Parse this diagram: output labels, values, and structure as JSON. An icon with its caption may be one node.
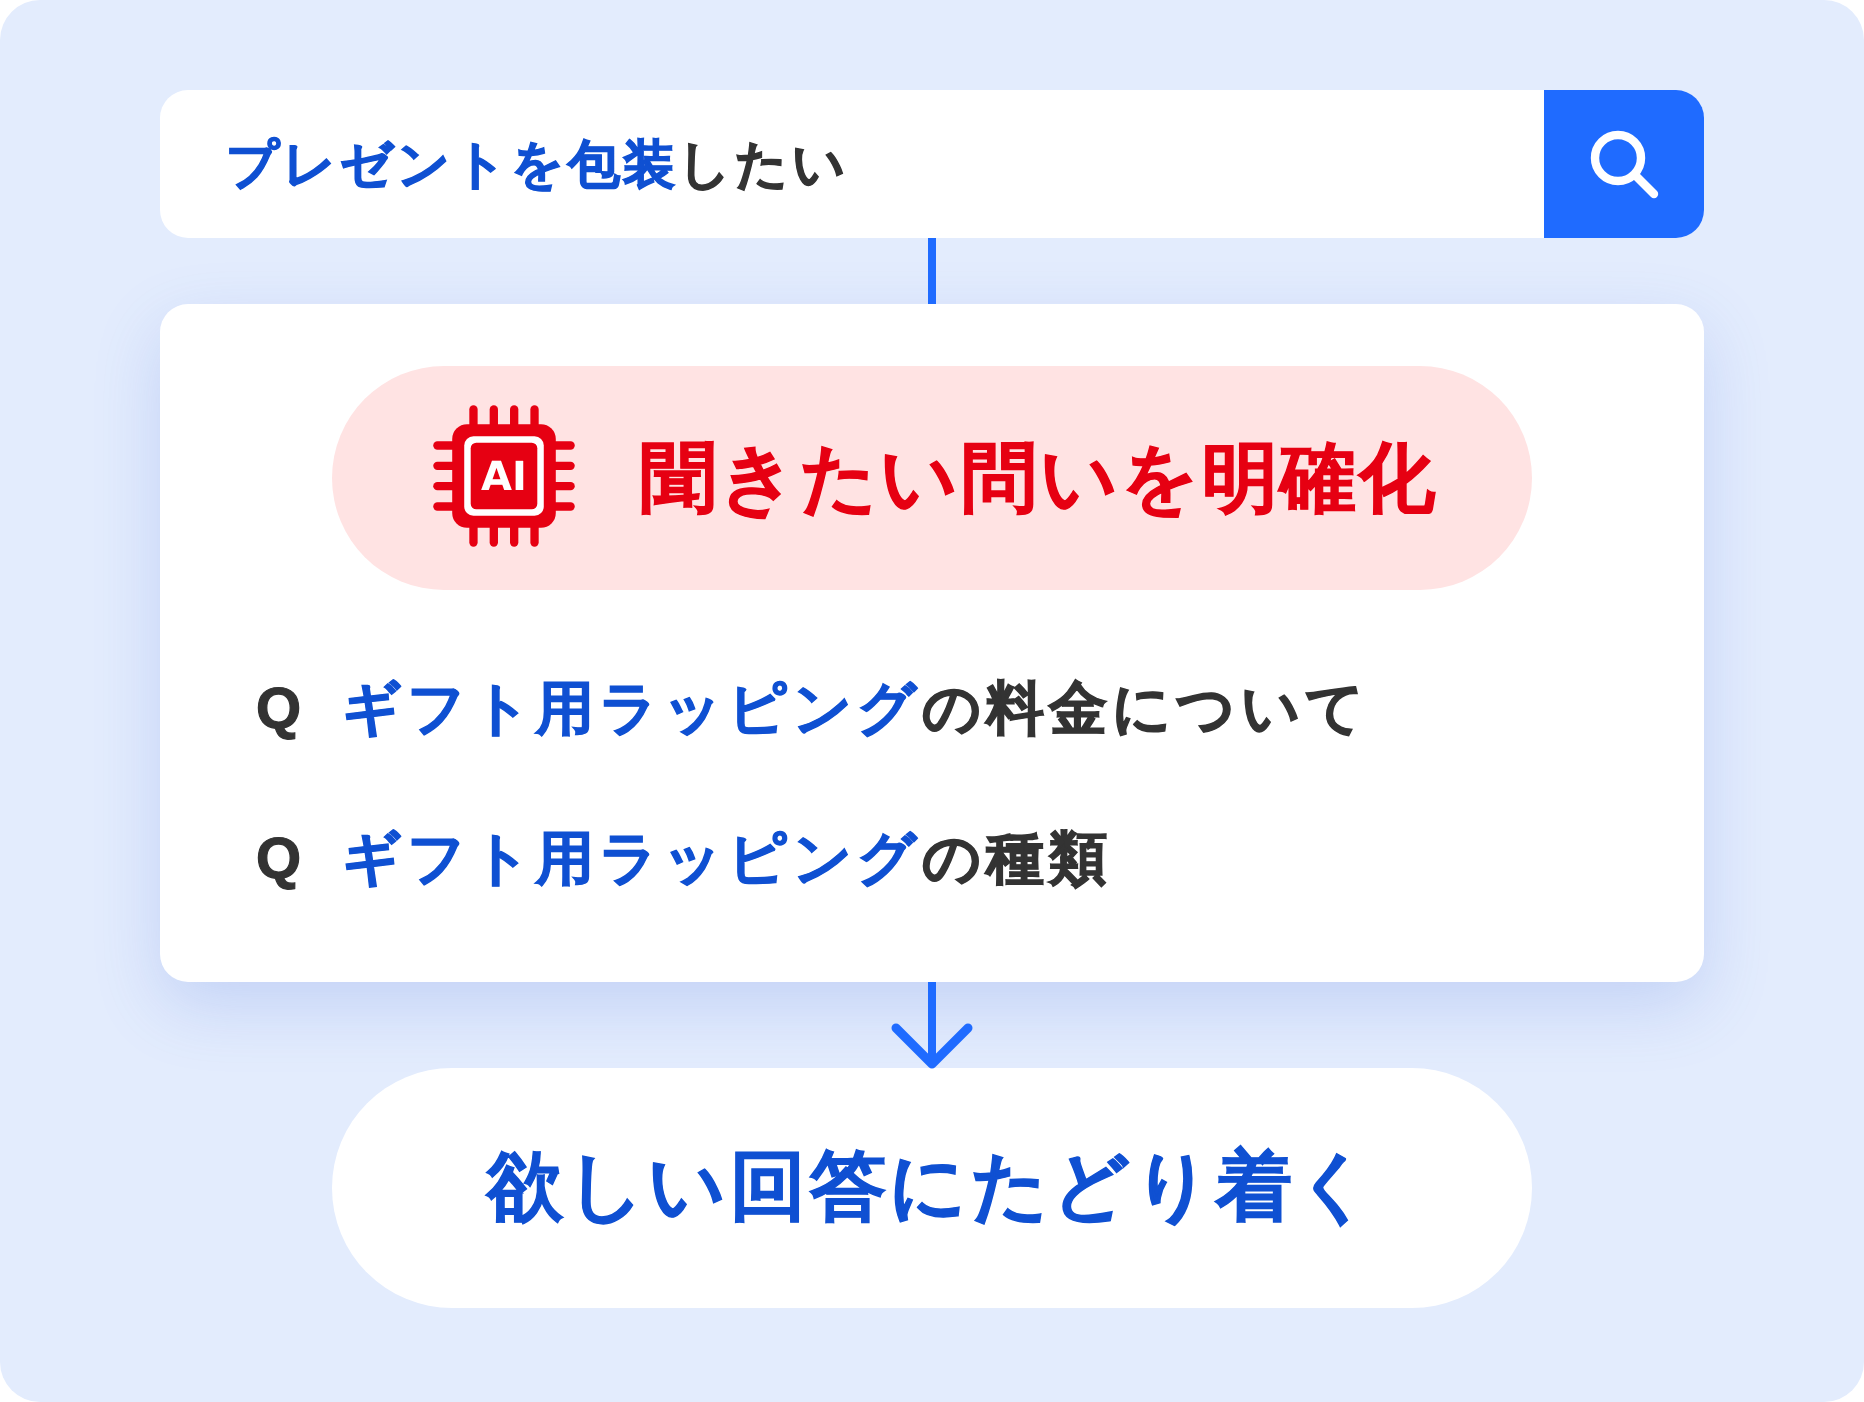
{
  "diagram": {
    "nodes": [
      {
        "text": [
          "**プレゼントを包装**したい"
        ]
      },
      {
        "text": [
          "Q **ギフト用ラッピング**の料金について",
          "Q **ギフト用ラッピング**の種類"
        ]
      },
      {
        "text": [
          "AI",
          "聞きたい問いを明確化"
        ],
        "in": 1
      },
      {
        "text": [
          "欲しい回答にたどり着く"
        ]
      }
    ],
    "edges": [
      {
        "from": 0,
        "to": 1,
        "arrow": "none"
      },
      {
        "from": 1,
        "to": 3,
        "arrow": "to"
      }
    ]
  }
}
